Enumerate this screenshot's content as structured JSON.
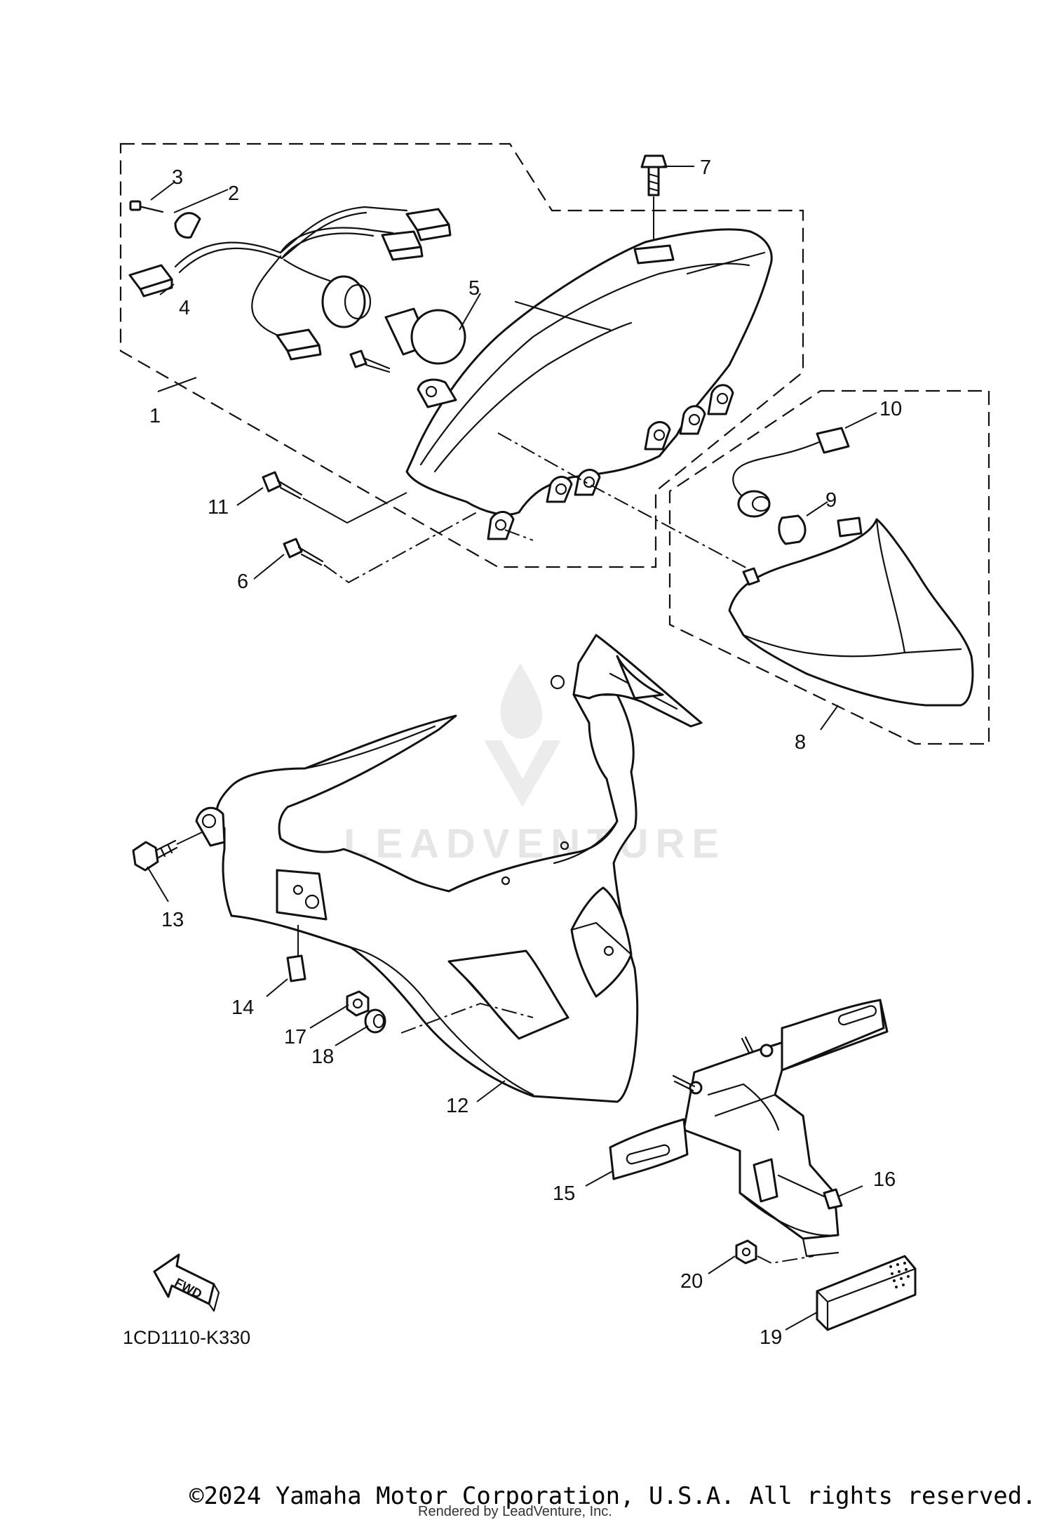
{
  "diagram_code": "1CD1110-K330",
  "direction_label": "FWD",
  "watermark": "LEADVENTURE",
  "copyright": "©2024 Yamaha Motor Corporation, U.S.A. All rights reserved.",
  "rendered_by": "Rendered by LeadVenture, Inc.",
  "callouts": [
    "1",
    "2",
    "3",
    "4",
    "5",
    "6",
    "7",
    "8",
    "9",
    "10",
    "11",
    "12",
    "13",
    "14",
    "15",
    "16",
    "17",
    "18",
    "19",
    "20"
  ]
}
